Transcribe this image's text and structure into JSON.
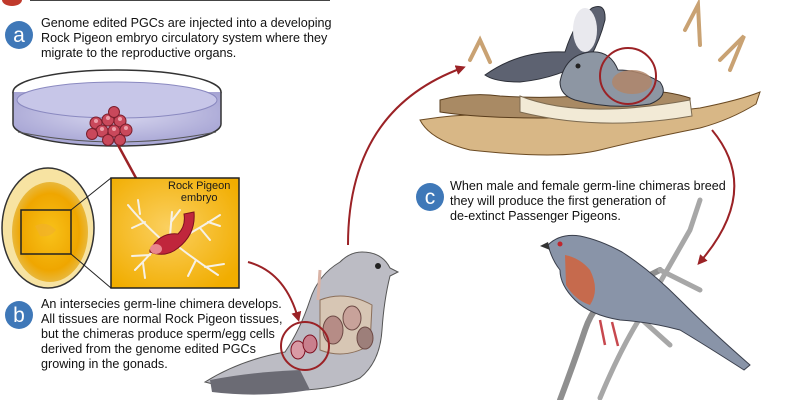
{
  "colors": {
    "step_circle": "#3f78b8",
    "arrow": "#9b2226",
    "top_accent": "#c0392b",
    "yolk": "#f2b100",
    "egg_shell": "#f7e3a2"
  },
  "steps": {
    "a": {
      "letter": "a",
      "lines": [
        "Genome edited PGCs are injected into a developing",
        "Rock Pigeon embryo circulatory system where they",
        "migrate to the reproductive organs."
      ]
    },
    "b": {
      "letter": "b",
      "lines": [
        "An intersecies germ-line chimera develops.",
        "All tissues are normal Rock Pigeon tissues,",
        "but the chimeras produce sperm/egg cells",
        "derived from the genome edited PGCs",
        "growing in the gonads."
      ]
    },
    "c": {
      "letter": "c",
      "lines": [
        "When male and female germ-line chimeras breed",
        "they will produce the first generation of",
        "de-extinct Passenger Pigeons."
      ]
    }
  },
  "embryo_label": {
    "lines": [
      "Rock Pigeon",
      "embryo"
    ]
  }
}
